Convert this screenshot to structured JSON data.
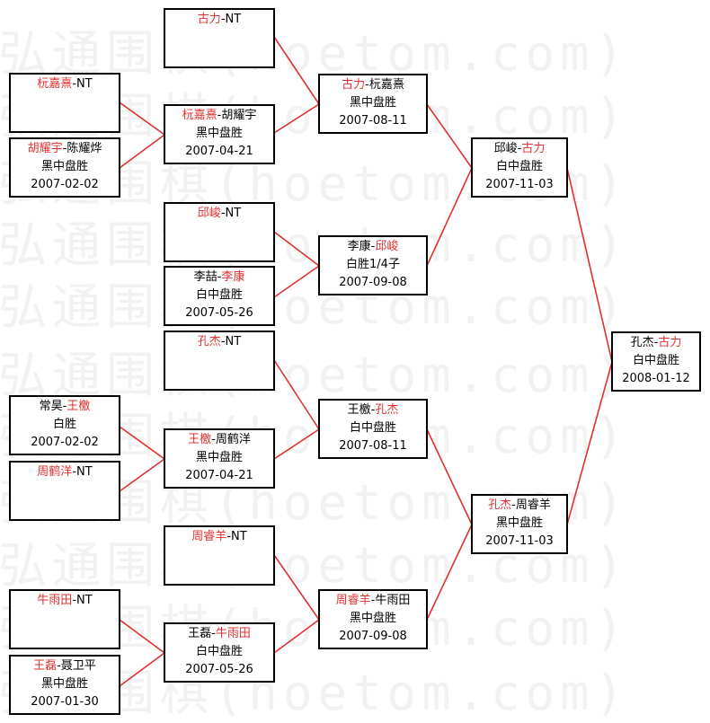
{
  "watermark": {
    "text": "弘通围棋(hoetom.com)"
  },
  "colors": {
    "winner": "#e03030",
    "line": "#e03030",
    "border": "#000000"
  },
  "matches": {
    "r1_1": {
      "p1": "杬嘉熹",
      "sep": "-",
      "p2": "NT",
      "winner": "p1",
      "result": "",
      "date": ""
    },
    "r1_2": {
      "p1": "胡耀宇",
      "sep": "-",
      "p2": "陈耀烨",
      "winner": "p1",
      "result": "黑中盘胜",
      "date": "2007-02-02"
    },
    "r1_3": {
      "p1": "李喆",
      "sep": "-",
      "p2": "李康",
      "winner": "p2",
      "result": "白中盘胜",
      "date": "2007-05-26"
    },
    "r1_4": {
      "p1": "常昊",
      "sep": "-",
      "p2": "王檄",
      "winner": "p2",
      "result": "白胜",
      "date": "2007-02-02"
    },
    "r1_5": {
      "p1": "周鹤洋",
      "sep": "-",
      "p2": "NT",
      "winner": "p1",
      "result": "",
      "date": ""
    },
    "r1_6": {
      "p1": "牛雨田",
      "sep": "-",
      "p2": "NT",
      "winner": "p1",
      "result": "",
      "date": ""
    },
    "r1_7": {
      "p1": "王磊",
      "sep": "-",
      "p2": "聂卫平",
      "winner": "p1",
      "result": "黑中盘胜",
      "date": "2007-01-30"
    },
    "r2_1": {
      "p1": "古力",
      "sep": "-",
      "p2": "NT",
      "winner": "p1",
      "result": "",
      "date": ""
    },
    "r2_2": {
      "p1": "杬嘉熹",
      "sep": "-",
      "p2": "胡耀宇",
      "winner": "p1",
      "result": "黑中盘胜",
      "date": "2007-04-21"
    },
    "r2_3": {
      "p1": "邱峻",
      "sep": "-",
      "p2": "NT",
      "winner": "p1",
      "result": "",
      "date": ""
    },
    "r2_5": {
      "p1": "孔杰",
      "sep": "-",
      "p2": "NT",
      "winner": "p1",
      "result": "",
      "date": ""
    },
    "r2_6": {
      "p1": "王檄",
      "sep": "-",
      "p2": "周鹤洋",
      "winner": "p1",
      "result": "黑中盘胜",
      "date": "2007-04-21"
    },
    "r2_7": {
      "p1": "周睿羊",
      "sep": "-",
      "p2": "NT",
      "winner": "p1",
      "result": "",
      "date": ""
    },
    "r2_8": {
      "p1": "王磊",
      "sep": "-",
      "p2": "牛雨田",
      "winner": "p2",
      "result": "白中盘胜",
      "date": "2007-05-26"
    },
    "r3_1": {
      "p1": "古力",
      "sep": "-",
      "p2": "杬嘉熹",
      "winner": "p1",
      "result": "黑中盘胜",
      "date": "2007-08-11"
    },
    "r3_2": {
      "p1": "李康",
      "sep": "-",
      "p2": "邱峻",
      "winner": "p2",
      "result": "白胜1/4子",
      "date": "2007-09-08"
    },
    "r3_3": {
      "p1": "王檄",
      "sep": "-",
      "p2": "孔杰",
      "winner": "p2",
      "result": "白中盘胜",
      "date": "2007-08-11"
    },
    "r3_4": {
      "p1": "周睿羊",
      "sep": "-",
      "p2": "牛雨田",
      "winner": "p1",
      "result": "黑中盘胜",
      "date": "2007-09-08"
    },
    "r4_1": {
      "p1": "邱峻",
      "sep": "-",
      "p2": "古力",
      "winner": "p2",
      "result": "白中盘胜",
      "date": "2007-11-03"
    },
    "r4_2": {
      "p1": "孔杰",
      "sep": "-",
      "p2": "周睿羊",
      "winner": "p1",
      "result": "黑中盘胜",
      "date": "2007-11-03"
    },
    "final": {
      "p1": "孔杰",
      "sep": "-",
      "p2": "古力",
      "winner": "p2",
      "result": "白中盘胜",
      "date": "2008-01-12"
    }
  }
}
